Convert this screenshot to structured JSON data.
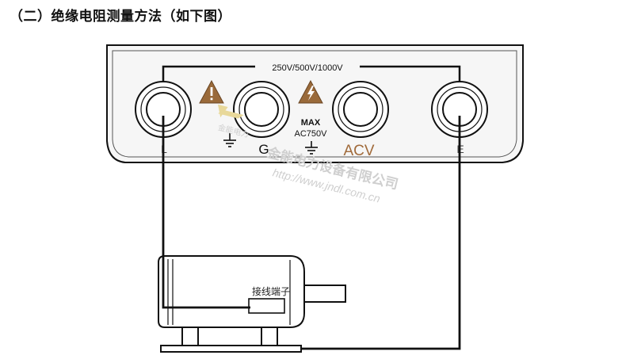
{
  "heading": "（二）绝缘电阻测量方法（如下图）",
  "panel": {
    "voltage_range": "250V/500V/1000V",
    "max_label": "MAX",
    "max_value": "AC750V",
    "terminals": {
      "l": "L",
      "g": "G",
      "acv": "ACV",
      "e": "E"
    }
  },
  "motor": {
    "terminal_label": "接线端子"
  },
  "watermark": {
    "brand": "金能电力",
    "company": "金能电力设备有限公司",
    "url": "http://www.jndl.com.cn"
  },
  "colors": {
    "line": "#111111",
    "panel_fill": "#f6f6f6",
    "warning": "#9a6a3a",
    "acv_label": "#a06a3a",
    "watermark": "#cfcfcf",
    "watermark_logo": "#e8d89a"
  }
}
